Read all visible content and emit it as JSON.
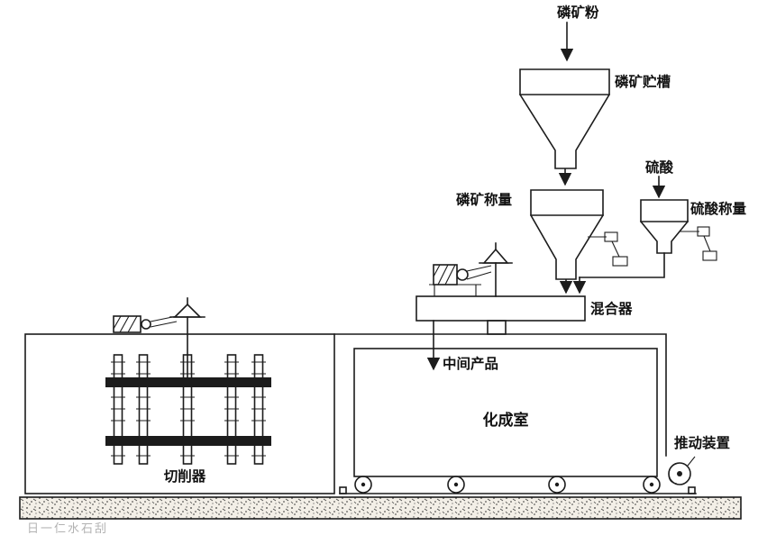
{
  "diagram": {
    "type": "process-flow",
    "labels": {
      "phosphate_powder": "磷矿粉",
      "phosphate_storage_tank": "磷矿贮槽",
      "phosphate_weighing": "磷矿称量",
      "sulfuric_acid": "硫酸",
      "sulfuric_acid_weighing": "硫酸称量",
      "mixer": "混合器",
      "intermediate_product": "中间产品",
      "curing_chamber": "化成室",
      "cutter": "切削器",
      "pushing_device": "推动装置"
    },
    "flows": [
      {
        "from": "磷矿粉",
        "to": "磷矿贮槽"
      },
      {
        "from": "磷矿贮槽",
        "to": "磷矿称量"
      },
      {
        "from": "硫酸",
        "to": "硫酸称量"
      },
      {
        "from": "磷矿称量",
        "to": "混合器"
      },
      {
        "from": "硫酸称量",
        "to": "混合器"
      },
      {
        "from": "混合器",
        "to": "中间产品(化成室)"
      }
    ],
    "watermark": "日一仁水石刮",
    "colors": {
      "ink": "#1c1c1c",
      "background": "#ffffff",
      "ground_fill": "#f3efe7"
    }
  }
}
